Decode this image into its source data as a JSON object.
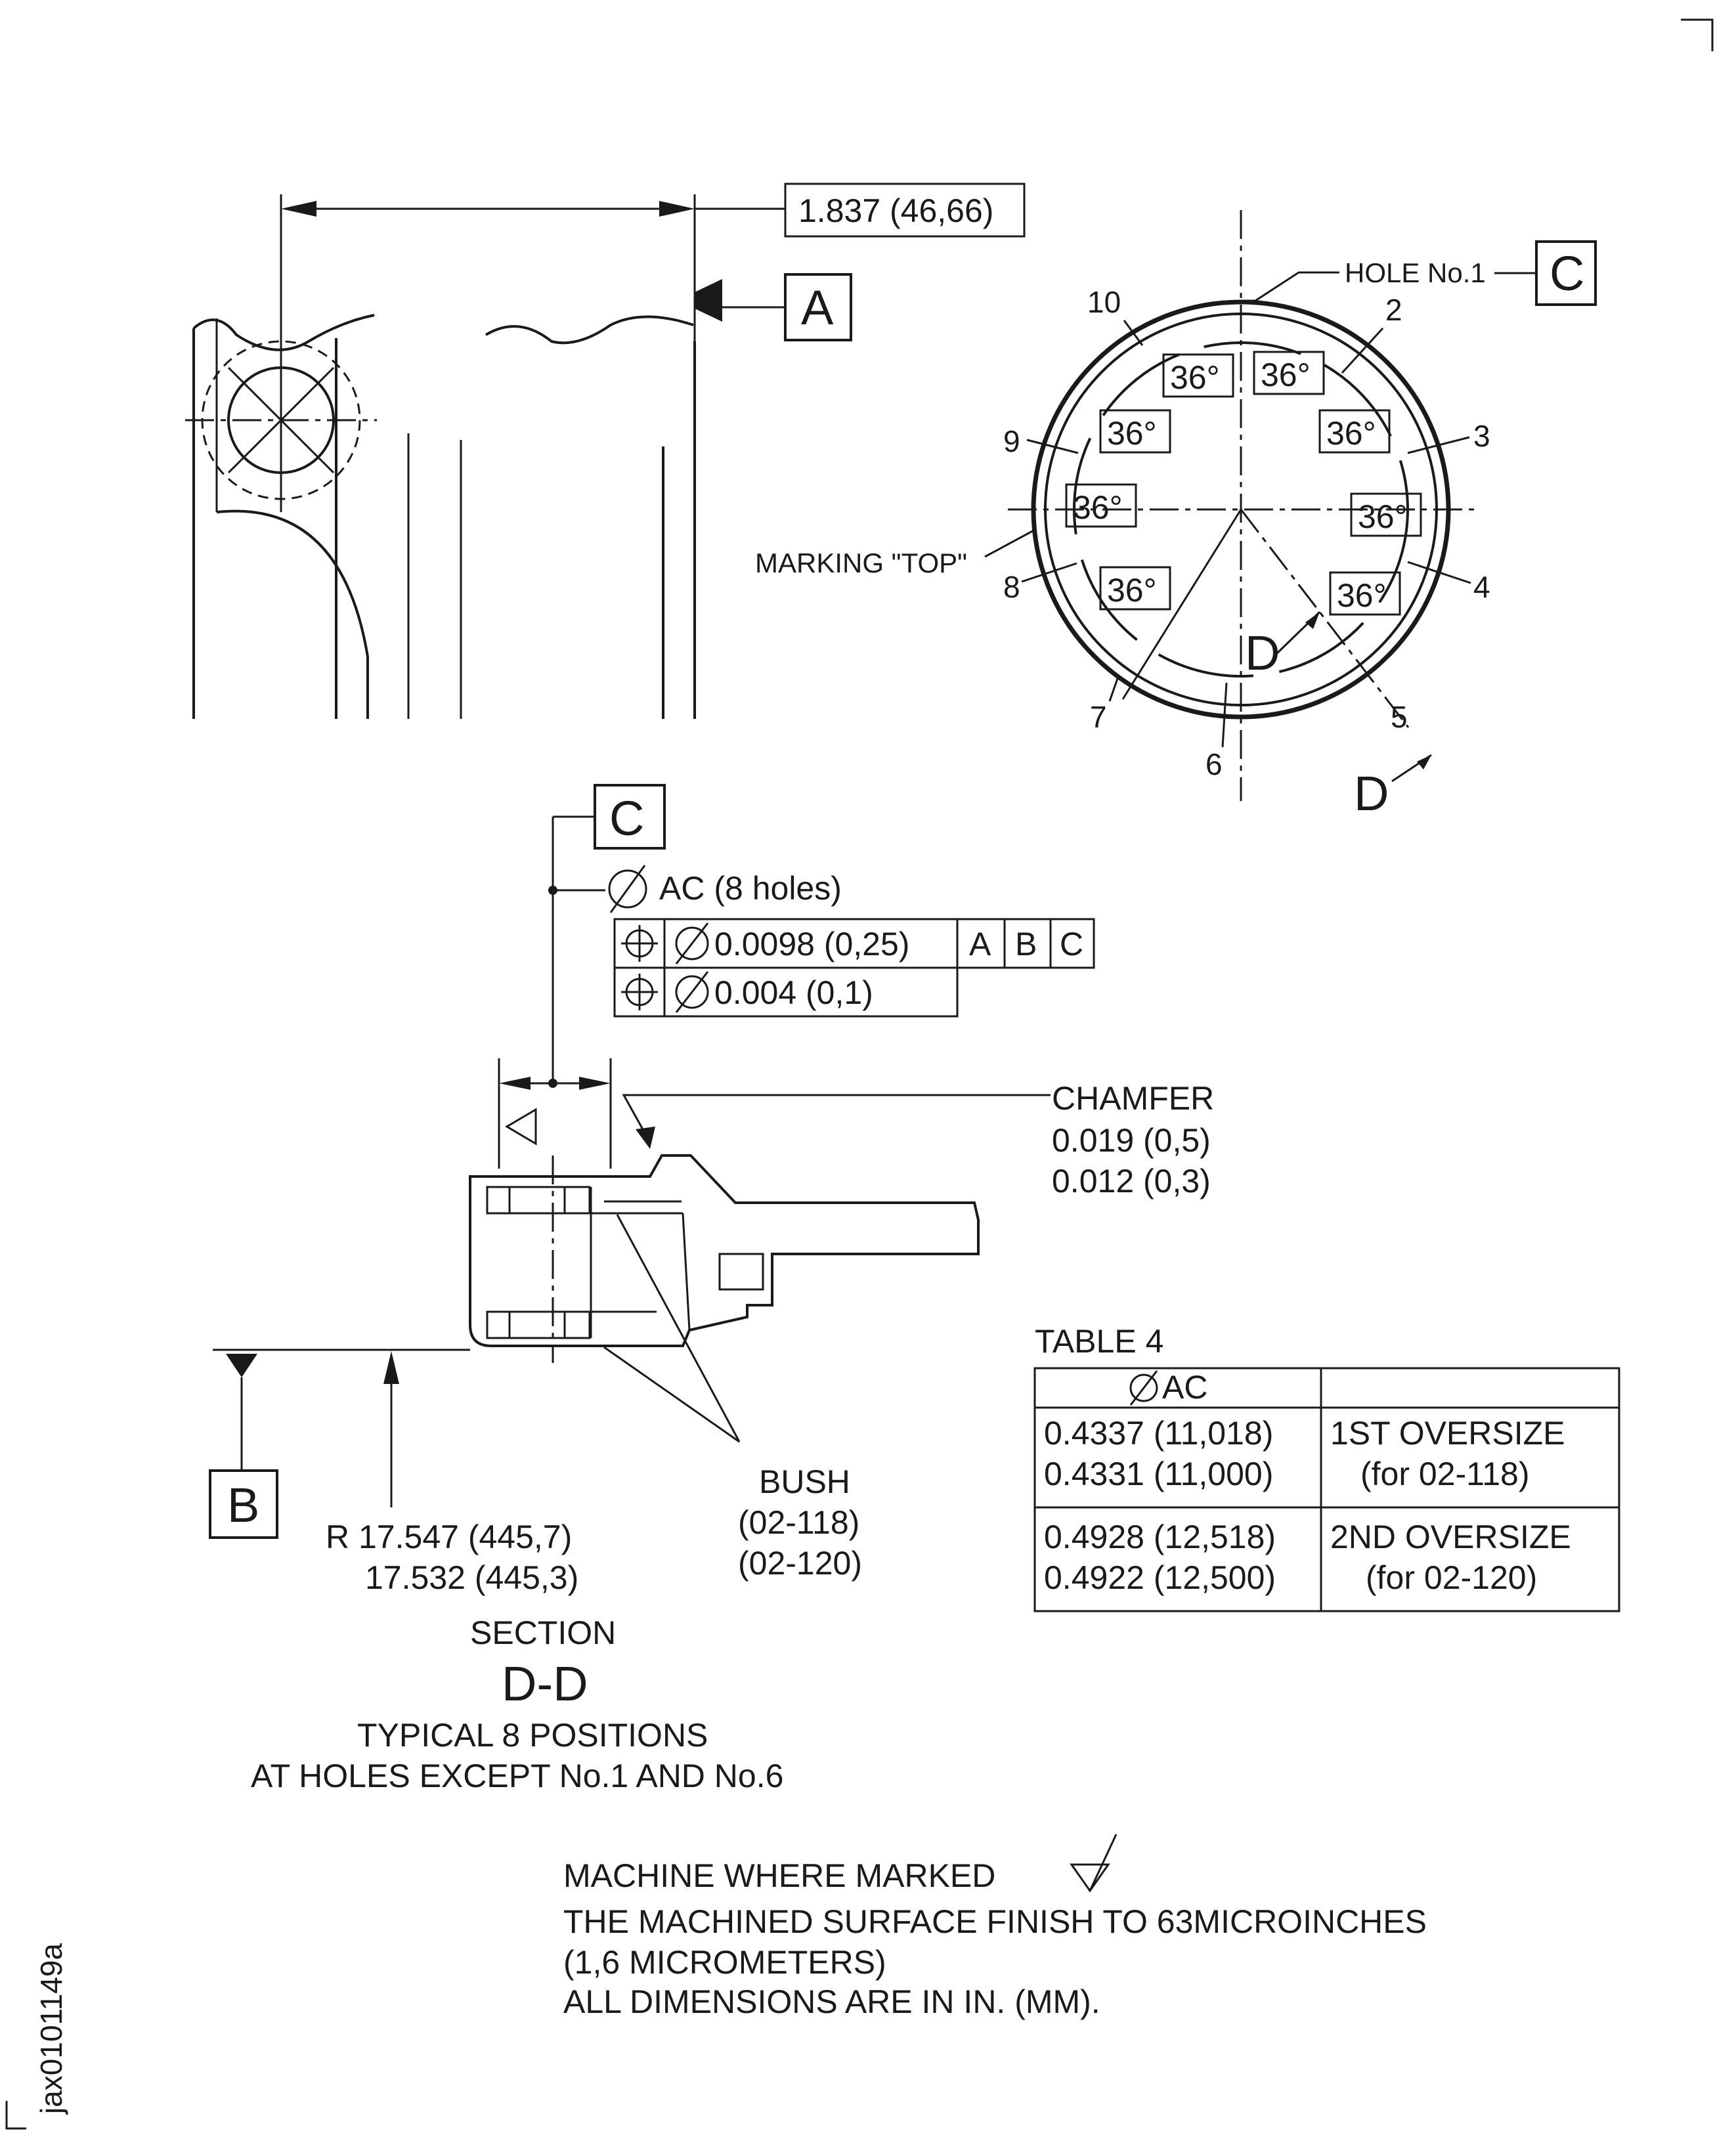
{
  "dim_top": "1.837 (46,66)",
  "datum_a": "A",
  "datum_b": "B",
  "datum_c": "C",
  "hole_no1": "HOLE No.1",
  "angle": "36°",
  "hole_numbers": [
    "10",
    "2",
    "3",
    "4",
    "5",
    "6",
    "7",
    "8",
    "9"
  ],
  "marking_top": "MARKING \"TOP\"",
  "section_letter": "D",
  "ac_callout": "AC (8 holes)",
  "fcf": {
    "row1_tol": "0.0098 (0,25)",
    "row1_refs": [
      "A",
      "B",
      "C"
    ],
    "row2_tol": "0.004 (0,1)"
  },
  "chamfer": [
    "CHAMFER",
    "0.019 (0,5)",
    "0.012 (0,3)"
  ],
  "radius": [
    "R 17.547 (445,7)",
    "17.532 (445,3)"
  ],
  "bush": [
    "BUSH",
    "(02-118)",
    "(02-120)"
  ],
  "section_title": "SECTION",
  "section_id": "D-D",
  "section_note": [
    "TYPICAL 8 POSITIONS",
    "AT HOLES EXCEPT No.1 AND No.6"
  ],
  "table4": {
    "title": "TABLE 4",
    "header": "AC",
    "rows": [
      {
        "dims": [
          "0.4337 (11,018)",
          "0.4331 (11,000)"
        ],
        "desc": [
          "1ST OVERSIZE",
          "(for 02-118)"
        ]
      },
      {
        "dims": [
          "0.4928 (12,518)",
          "0.4922 (12,500)"
        ],
        "desc": [
          "2ND OVERSIZE",
          "(for 02-120)"
        ]
      }
    ]
  },
  "notes": [
    "MACHINE WHERE MARKED",
    "THE MACHINED SURFACE FINISH TO 63MICROINCHES",
    "(1,6 MICROMETERS)",
    "ALL DIMENSIONS ARE IN IN. (MM)."
  ],
  "figure_id": "jax0101149a"
}
